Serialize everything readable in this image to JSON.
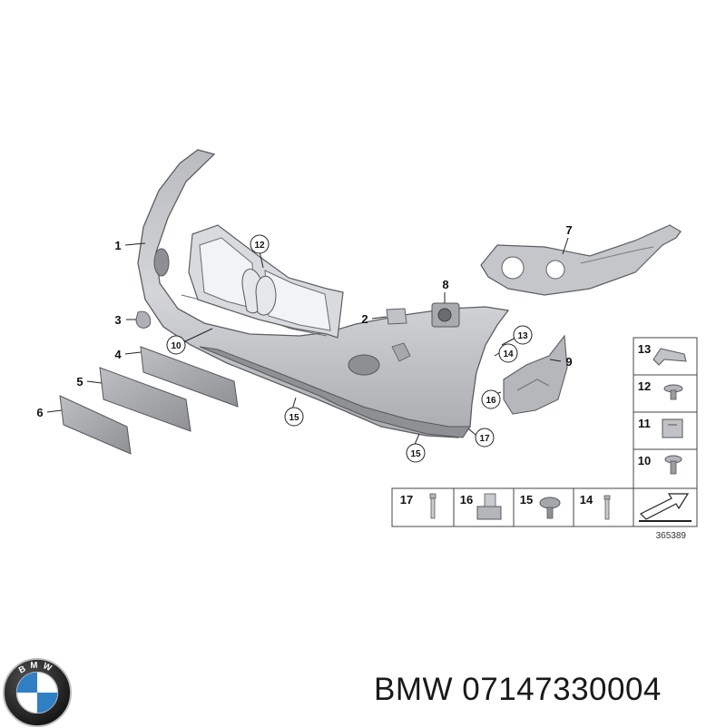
{
  "callouts": {
    "p1": "1",
    "p2": "2",
    "p3": "3",
    "p4": "4",
    "p5": "5",
    "p6": "6",
    "p7": "7",
    "p8": "8",
    "p9": "9",
    "p10": "10",
    "p12": "12",
    "p13": "13",
    "p14": "14",
    "p15a": "15",
    "p15b": "15",
    "p16": "16",
    "p17": "17"
  },
  "fastener_table": {
    "right_column": [
      "13",
      "12",
      "11",
      "10"
    ],
    "bottom_row": [
      "17",
      "16",
      "15",
      "14"
    ]
  },
  "reference_number": "365389",
  "footer": {
    "brand": "BMW",
    "part_number": "07147330004",
    "logo_letters": [
      "B",
      "M",
      "W"
    ]
  },
  "colors": {
    "part_fill": "#c9cbcf",
    "part_stroke": "#5c5e62",
    "logo_blue": "#2f7fc4",
    "logo_ring": "#1b1b1b"
  }
}
